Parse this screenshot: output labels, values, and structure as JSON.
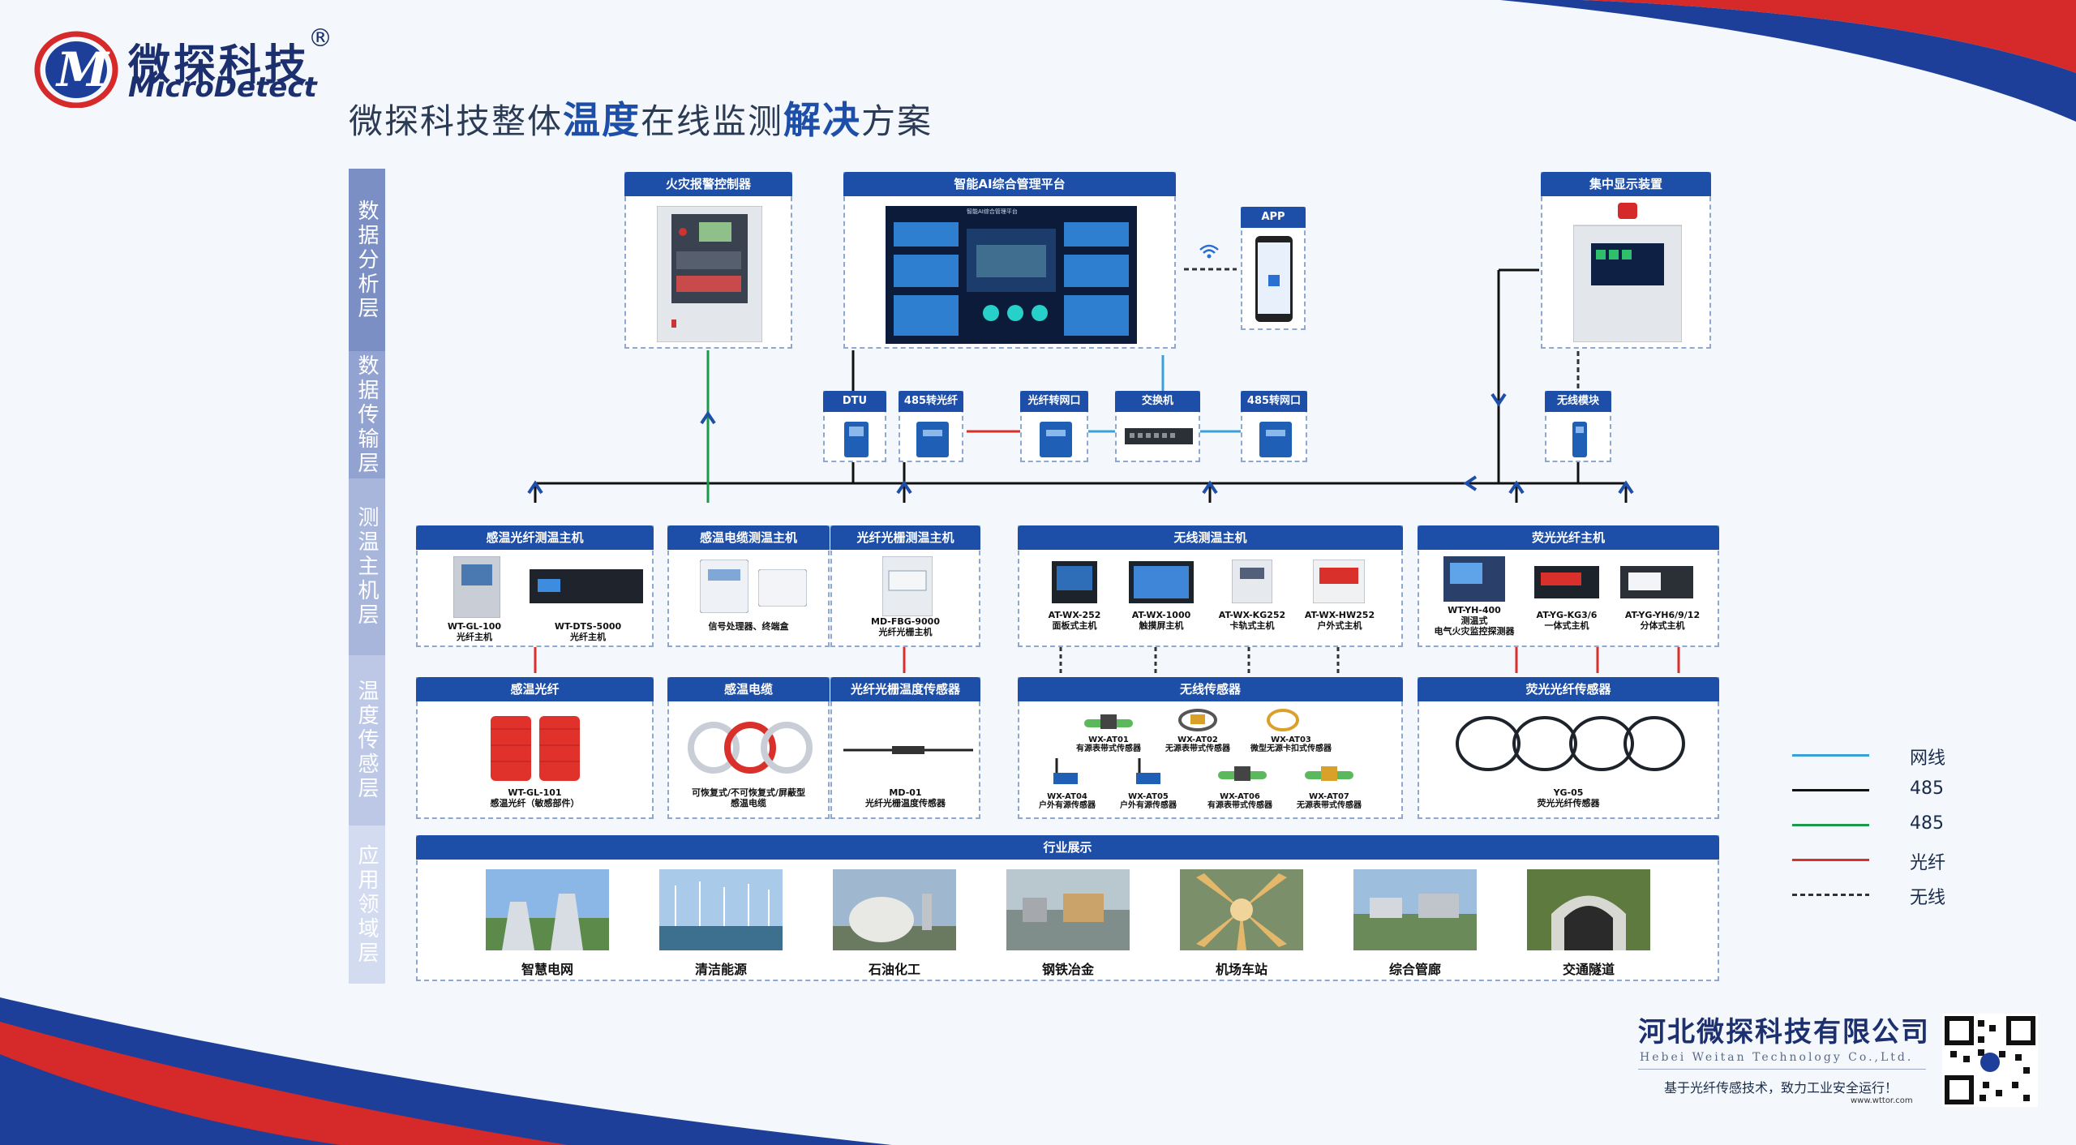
{
  "brand": {
    "name_cn": "微探科技",
    "name_en": "MicroDetect",
    "registered": "®",
    "logo_letter": "M"
  },
  "title": {
    "part1": "微探科技整体",
    "bold1": "温度",
    "part2": "在线监测",
    "bold2": "解决",
    "part3": "方案"
  },
  "layers": [
    "数据分析层",
    "数据传输层",
    "测温主机层",
    "温度传感层",
    "应用领域层"
  ],
  "analysis": {
    "fire_controller": "火灾报警控制器",
    "ai_platform": "智能AI综合管理平台",
    "ai_screen_title": "智能AI综合管理平台",
    "app": "APP",
    "display": "集中显示装置"
  },
  "transmission": {
    "dtu": "DTU",
    "fiber485_1": "485转光纤",
    "fiber_net": "光纤转网口",
    "switch": "交换机",
    "fiber485_2": "485转网口",
    "wireless": "无线模块"
  },
  "hosts": {
    "g1": {
      "title": "感温光纤测温主机",
      "items": [
        {
          "model": "WT-GL-100",
          "desc": "光纤主机"
        },
        {
          "model": "WT-DTS-5000",
          "desc": "光纤主机"
        }
      ]
    },
    "g2": {
      "title": "感温电缆测温主机",
      "items": [
        {
          "model": "",
          "desc": "信号处理器、终端盒"
        }
      ]
    },
    "g3": {
      "title": "光纤光栅测温主机",
      "items": [
        {
          "model": "MD-FBG-9000",
          "desc": "光纤光栅主机"
        }
      ]
    },
    "g4": {
      "title": "无线测温主机",
      "items": [
        {
          "model": "AT-WX-252",
          "desc": "面板式主机"
        },
        {
          "model": "AT-WX-1000",
          "desc": "触摸屏主机"
        },
        {
          "model": "AT-WX-KG252",
          "desc": "卡轨式主机"
        },
        {
          "model": "AT-WX-HW252",
          "desc": "户外式主机"
        }
      ]
    },
    "g5": {
      "title": "荧光光纤主机",
      "items": [
        {
          "model": "WT-YH-400",
          "desc": "测温式",
          "desc2": "电气火灾监控探测器"
        },
        {
          "model": "AT-YG-KG3/6",
          "desc": "一体式主机"
        },
        {
          "model": "AT-YG-YH6/9/12",
          "desc": "分体式主机"
        }
      ]
    }
  },
  "sensors": {
    "s1": {
      "title": "感温光纤",
      "model": "WT-GL-101",
      "desc": "感温光纤（敏感部件）"
    },
    "s2": {
      "title": "感温电缆",
      "model": "可恢复式/不可恢复式/屏蔽型",
      "desc": "感温电缆"
    },
    "s3": {
      "title": "光纤光栅温度传感器",
      "model": "MD-01",
      "desc": "光纤光栅温度传感器"
    },
    "s4": {
      "title": "无线传感器",
      "items": [
        {
          "model": "WX-AT01",
          "desc": "有源表带式传感器"
        },
        {
          "model": "WX-AT02",
          "desc": "无源表带式传感器"
        },
        {
          "model": "WX-AT03",
          "desc": "微型无源卡扣式传感器"
        },
        {
          "model": "WX-AT04",
          "desc": "户外有源传感器"
        },
        {
          "model": "WX-AT05",
          "desc": "户外有源传感器"
        },
        {
          "model": "WX-AT06",
          "desc": "有源表带式传感器"
        },
        {
          "model": "WX-AT07",
          "desc": "无源表带式传感器"
        }
      ]
    },
    "s5": {
      "title": "荧光光纤传感器",
      "model": "YG-05",
      "desc": "荧光光纤传感器"
    }
  },
  "industry": {
    "title": "行业展示",
    "items": [
      "智慧电网",
      "清洁能源",
      "石油化工",
      "钢铁冶金",
      "机场车站",
      "综合管廊",
      "交通隧道"
    ]
  },
  "legend": [
    {
      "label": "网线",
      "color": "#3aa0d8",
      "style": "solid"
    },
    {
      "label": "485",
      "color": "#111111",
      "style": "solid"
    },
    {
      "label": "485",
      "color": "#1a9a4a",
      "style": "solid"
    },
    {
      "label": "光纤",
      "color": "#d9302c",
      "style": "solid"
    },
    {
      "label": "无线",
      "color": "#333333",
      "style": "dashed"
    }
  ],
  "footer": {
    "company_cn": "河北微探科技有限公司",
    "company_en": "Hebei Weitan Technology Co.,Ltd.",
    "slogan": "基于光纤传感技术，致力工业安全运行！",
    "url": "www.wttor.com"
  }
}
